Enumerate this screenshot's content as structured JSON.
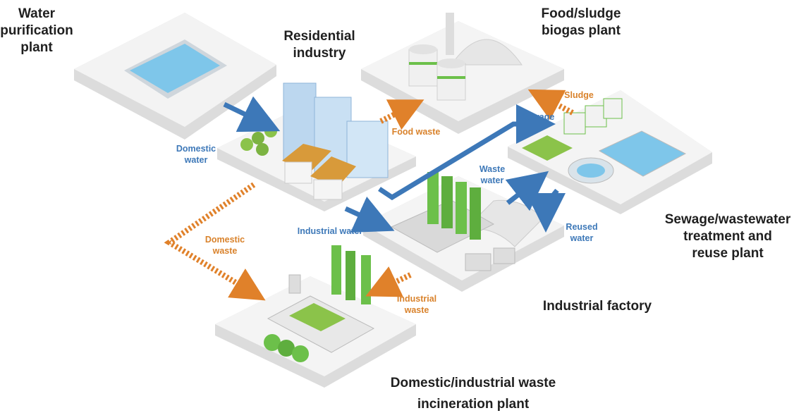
{
  "facilities": {
    "water_purification": "Water\npurification\nplant",
    "residential": "Residential\nindustry",
    "biogas": "Food/sludge\nbiogas plant",
    "sewage": "Sewage/wastewater\ntreatment and\nreuse plant",
    "factory": "Industrial factory",
    "incineration_line1": "Domestic/industrial waste",
    "incineration_line2": "incineration plant"
  },
  "flows": {
    "domestic_water": "Domestic\nwater",
    "food_waste": "Food waste",
    "sewage": "Sewage",
    "sludge": "Sludge",
    "waste_water": "Waste\nwater",
    "industrial_water": "Industrial water",
    "reused_water": "Reused\nwater",
    "domestic_waste": "Domestic\nwaste",
    "industrial_waste": "Industrial\nwaste"
  },
  "colors": {
    "water_flow": "#3d78b8",
    "waste_flow": "#e0812a",
    "green": "#6cc04a",
    "platform": "#eeeeee"
  }
}
